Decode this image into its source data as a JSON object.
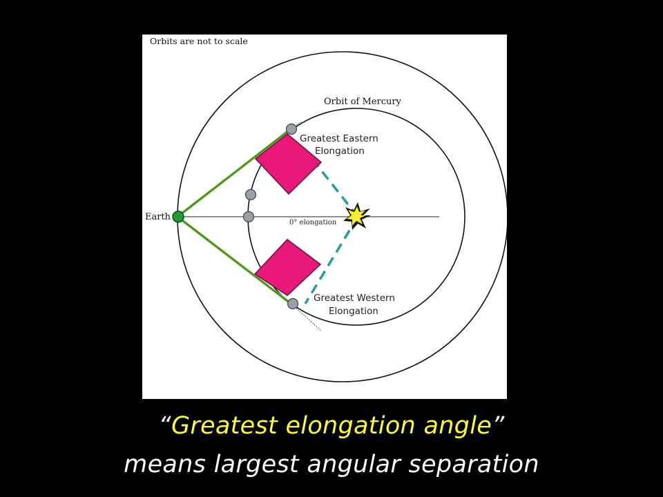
{
  "diagram": {
    "scale_note": "Orbits are not to scale",
    "mercury_orbit_label": "Orbit of Mercury",
    "earth_label": "Earth",
    "zero_elongation_label": "0° elongation",
    "eastern_label_line1": "Greatest Eastern",
    "eastern_label_line2": "Elongation",
    "western_label_line1": "Greatest Western",
    "western_label_line2": "Elongation"
  },
  "caption": {
    "open_quote": "“",
    "line1": "Greatest elongation angle",
    "close_quote": "”",
    "line2": "means largest angular separation"
  },
  "colors": {
    "background": "#000000",
    "panel": "#ffffff",
    "sight_line": "#7dc242",
    "radius_line": "#20a090",
    "right_angle_square": "#e8197a",
    "planet": "#9aa0a8",
    "earth": "#1f9a35",
    "sun": "#f4f230",
    "caption_highlight": "#ffff33"
  }
}
